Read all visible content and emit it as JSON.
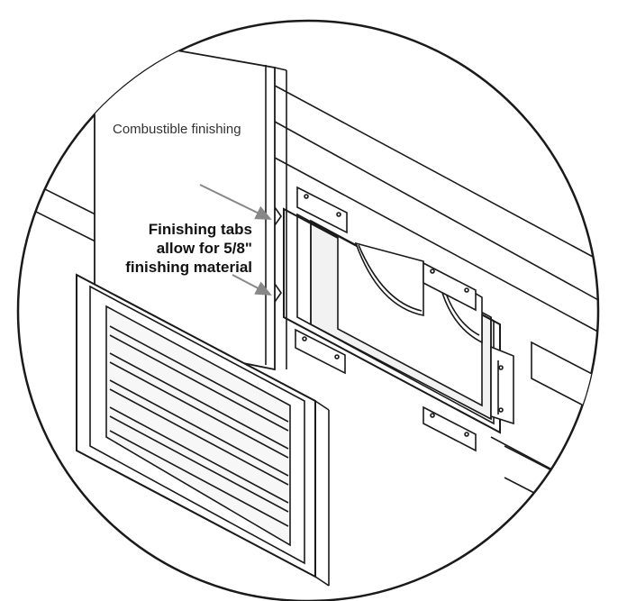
{
  "labels": {
    "combustible": "Combustible finishing",
    "tabs_line1": "Finishing tabs",
    "tabs_line2": "allow for 5/8\"",
    "tabs_line3": "finishing material"
  },
  "colors": {
    "line": "#1a1a1a",
    "arrow": "#888888",
    "background": "#ffffff",
    "shade": "#f2f2f2"
  }
}
